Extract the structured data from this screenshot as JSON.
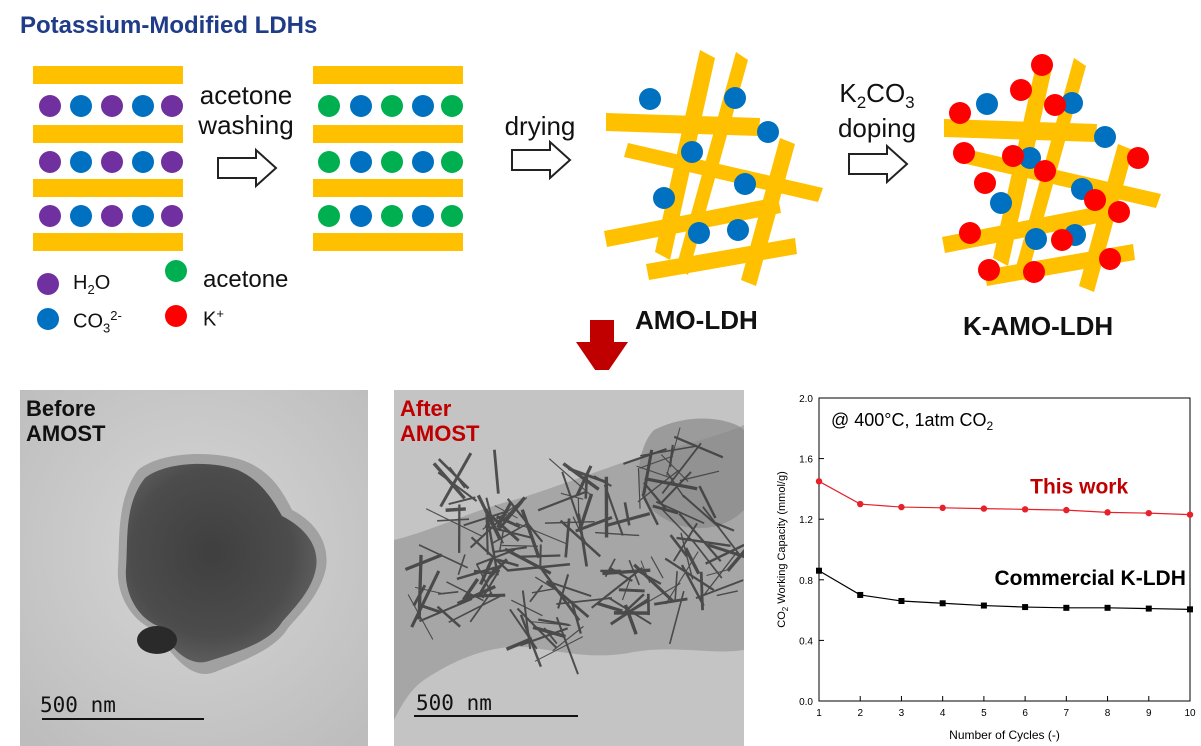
{
  "title": "Potassium-Modified LDHs",
  "steps": {
    "step1_line1": "acetone",
    "step1_line2": "washing",
    "step2": "drying",
    "step3_line1_main": "K",
    "step3_line1_sub": "2",
    "step3_line1_mid": "CO",
    "step3_line1_sub2": "3",
    "step3_line2": "doping"
  },
  "products": {
    "amo": "AMO-LDH",
    "kamo": "K-AMO-LDH"
  },
  "legend": {
    "h2o_main": "H",
    "h2o_sub": "2",
    "h2o_end": "O",
    "acetone": "acetone",
    "co3_main": "CO",
    "co3_sub": "3",
    "co3_sup": "2-",
    "k_main": "K",
    "k_sup": "+"
  },
  "colors": {
    "layer": "#ffc000",
    "h2o": "#7030a0",
    "co3": "#0070c0",
    "acetone": "#00b050",
    "k": "#ff0000",
    "title": "#1f3c88",
    "arrow_down": "#c00000",
    "red_label": "#c00000"
  },
  "tem": {
    "before_line1": "Before",
    "before_line2": "AMOST",
    "after_line1": "After",
    "after_line2": "AMOST",
    "scale_left": "500 nm",
    "scale_right": "500 nm"
  },
  "chart_data": {
    "type": "line",
    "annotation_main": "@ 400°C, 1atm CO",
    "annotation_sub": "2",
    "xlabel": "Number of Cycles (-)",
    "ylabel_main": "CO",
    "ylabel_sub": "2",
    "ylabel_rest": " Working Capacity (mmol/g)",
    "x": [
      1,
      2,
      3,
      4,
      5,
      6,
      7,
      8,
      9,
      10
    ],
    "xlim": [
      1,
      10
    ],
    "ylim": [
      0.0,
      2.0
    ],
    "xticks": [
      "1",
      "2",
      "3",
      "4",
      "5",
      "6",
      "7",
      "8",
      "9",
      "10"
    ],
    "yticks": [
      "0.0",
      "0.4",
      "0.8",
      "1.2",
      "1.6",
      "2.0"
    ],
    "series": [
      {
        "name": "This work",
        "color": "#e8202a",
        "marker": "circle",
        "values": [
          1.45,
          1.3,
          1.28,
          1.275,
          1.27,
          1.265,
          1.26,
          1.245,
          1.24,
          1.23
        ]
      },
      {
        "name": "Commercial K-LDH",
        "color": "#000000",
        "marker": "square",
        "values": [
          0.86,
          0.7,
          0.66,
          0.645,
          0.63,
          0.62,
          0.615,
          0.615,
          0.61,
          0.605
        ]
      }
    ]
  }
}
